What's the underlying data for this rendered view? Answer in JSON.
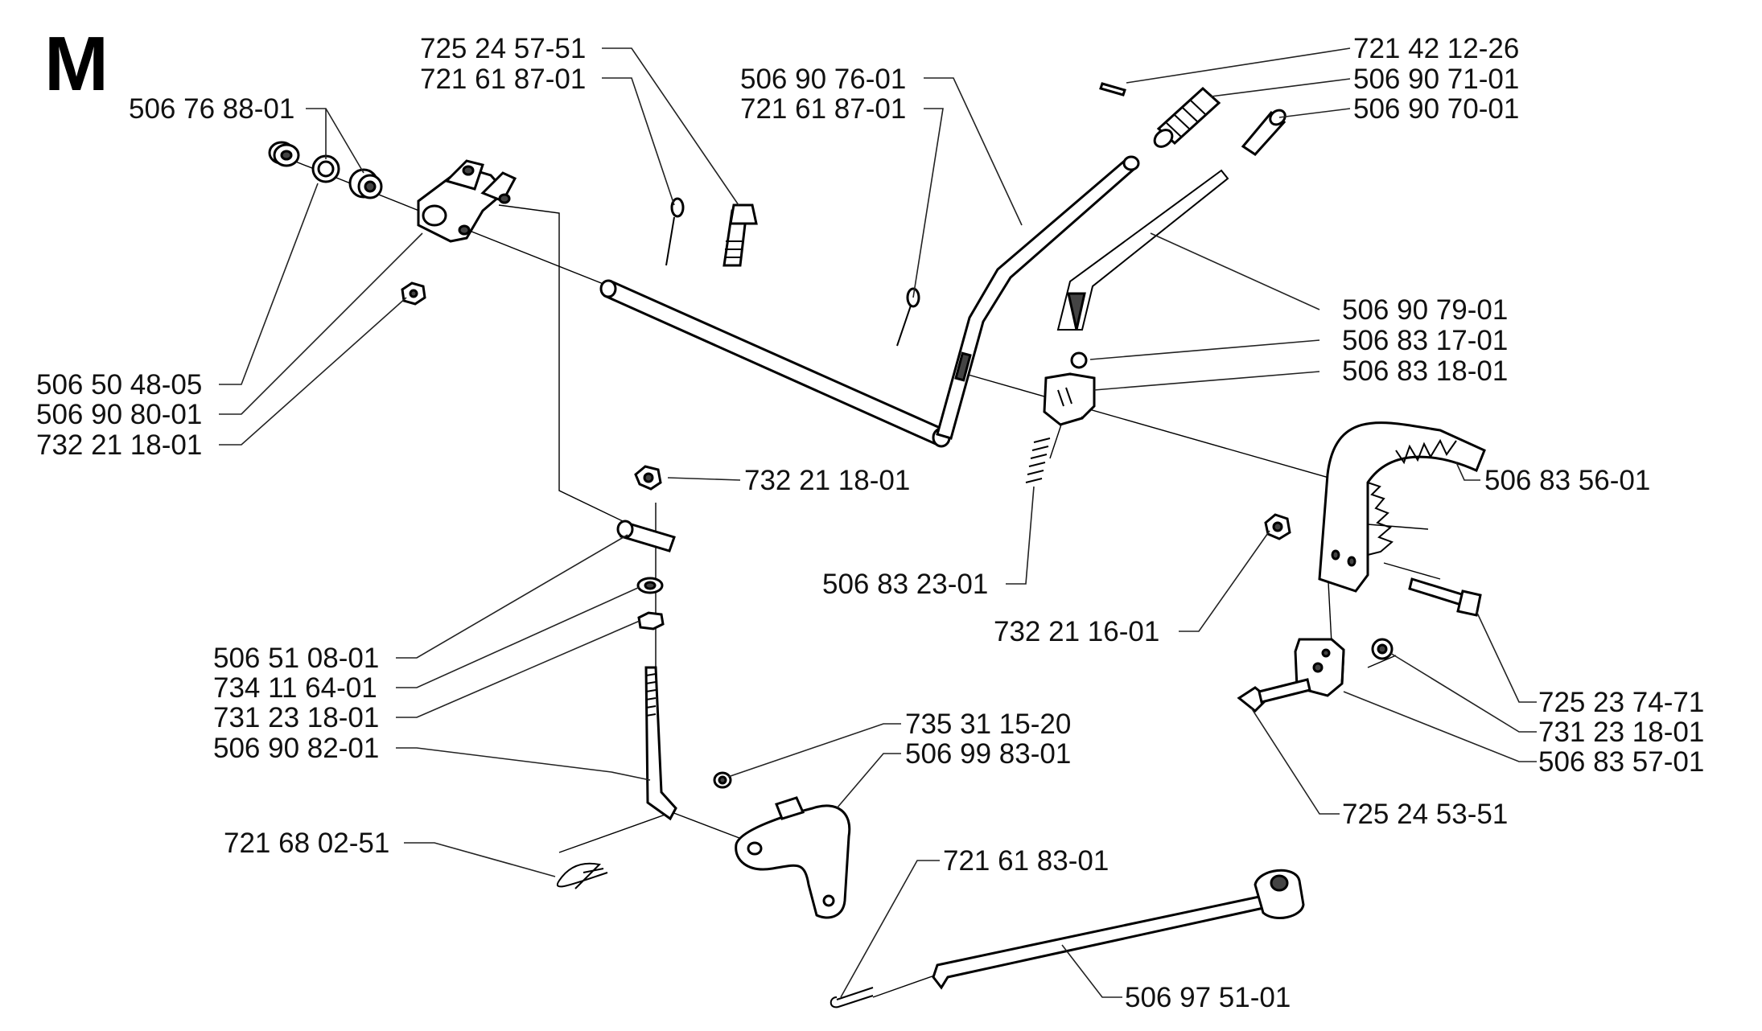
{
  "section_letter": "M",
  "labels": {
    "l01": "725 24 57-51",
    "l02": "721 61 87-01",
    "l03": "506 90 76-01",
    "l04": "721 61 87-01",
    "l05": "721 42 12-26",
    "l06": "506 90 71-01",
    "l07": "506 90 70-01",
    "l08": "506 76 88-01",
    "l09": "506 90 79-01",
    "l10": "506 83 17-01",
    "l11": "506 83 18-01",
    "l12": "506 50 48-05",
    "l13": "506 90 80-01",
    "l14": "732 21 18-01",
    "l15": "732 21 18-01",
    "l16": "506 83 56-01",
    "l17": "506 83 23-01",
    "l18": "732 21 16-01",
    "l19": "506 51 08-01",
    "l20": "734 11 64-01",
    "l21": "731 23 18-01",
    "l22": "506 90 82-01",
    "l23": "735 31 15-20",
    "l24": "506 99 83-01",
    "l25": "725 23 74-71",
    "l26": "731 23 18-01",
    "l27": "506 83 57-01",
    "l28": "725 24 53-51",
    "l29": "721 68 02-51",
    "l30": "721 61 83-01",
    "l31": "506 97 51-01"
  }
}
